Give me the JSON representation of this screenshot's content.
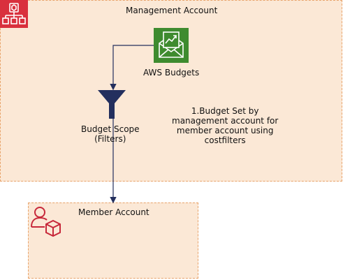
{
  "management_account": {
    "label": "Management Account"
  },
  "member_account": {
    "label": "Member Account"
  },
  "budgets": {
    "label": "AWS Budgets"
  },
  "budget_scope": {
    "line1": "Budget Scope",
    "line2": "(Filters)"
  },
  "note": {
    "line1": "1.Budget Set by",
    "line2": "management account for",
    "line3": "member account using",
    "line4": "costfilters"
  },
  "colors": {
    "group_fill": "#fbe8d6",
    "group_border": "#e8a36a",
    "organizations_red": "#d9303d",
    "budgets_green": "#3e8b2f",
    "arrow_navy": "#232f5e"
  },
  "icons": {
    "management": "organizations-icon",
    "member": "member-account-icon",
    "budgets": "aws-budgets-icon",
    "scope": "filter-funnel-icon"
  }
}
